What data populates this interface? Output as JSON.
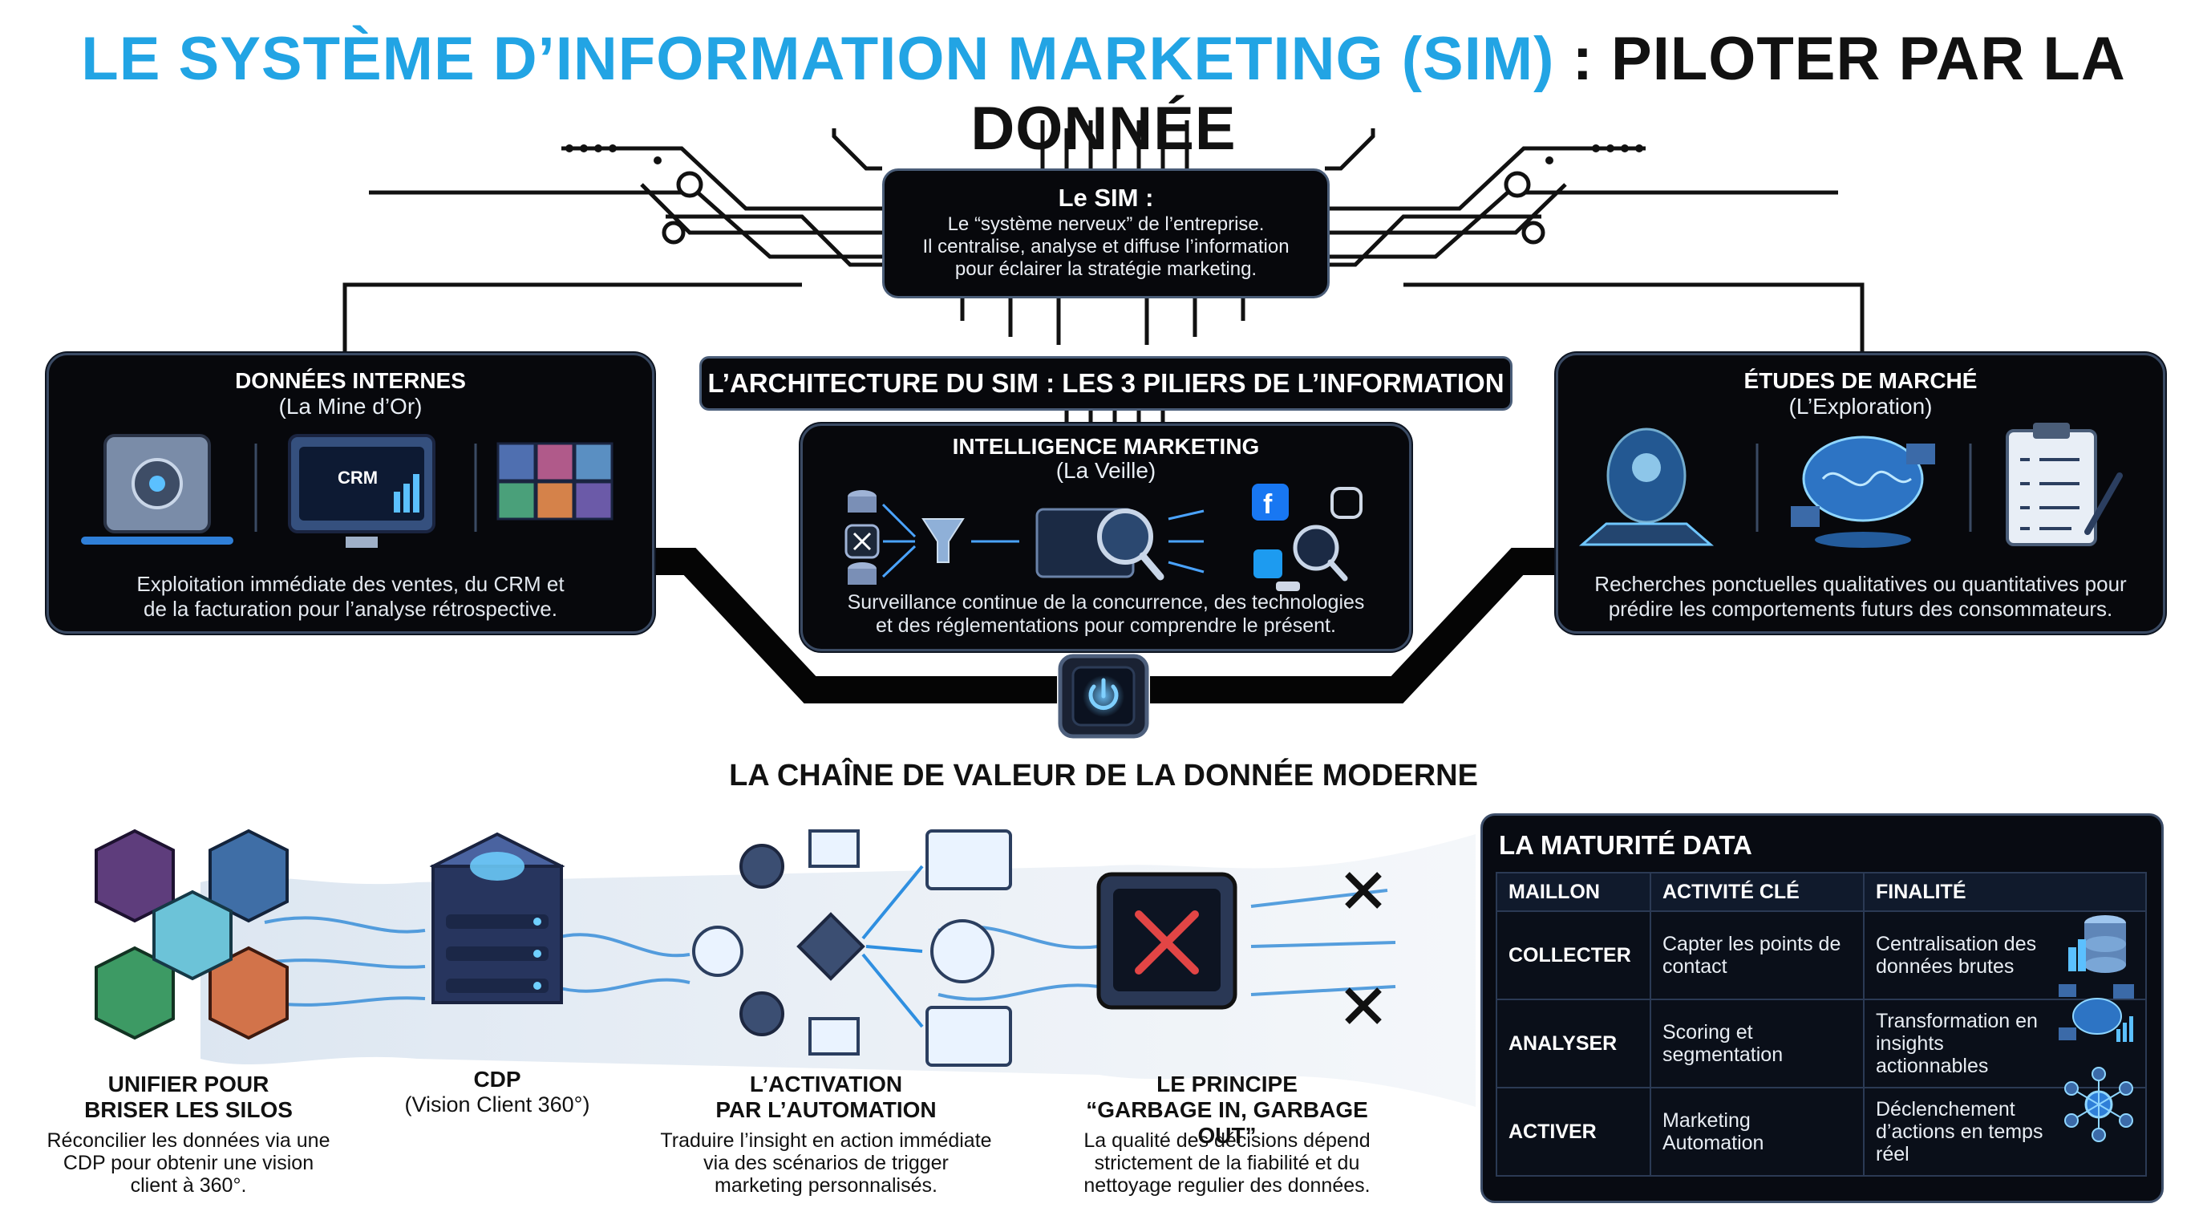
{
  "title": {
    "part1": "LE SYSTÈME D’INFORMATION MARKETING (SIM)",
    "part2": " : PILOTER PAR LA DONNÉE",
    "colors": {
      "accent": "#22a4e4",
      "dark": "#111111"
    }
  },
  "sim": {
    "title": "Le SIM :",
    "description": "Le “système nerveux” de l’entreprise.\nIl centralise, analyse et diffuse l’information\npour éclairer la stratégie marketing."
  },
  "architecture_banner": "L’ARCHITECTURE DU SIM : LES 3 PILIERS DE L’INFORMATION",
  "pillars": {
    "internal": {
      "title": "DONNÉES INTERNES",
      "subtitle": "(La Mine d’Or)",
      "crm_label": "CRM",
      "text_lines": [
        "Exploitation immédiate des ventes, du CRM et",
        "de la facturation pour l’analyse rétrospective."
      ],
      "icons": [
        "safe-icon",
        "crm-monitor-icon",
        "data-cubes-icon"
      ]
    },
    "intelligence": {
      "title": "INTELLIGENCE MARKETING",
      "subtitle": "(La Veille)",
      "text_lines": [
        "Surveillance continue de la concurrence, des technologies",
        "et des réglementations pour comprendre le présent."
      ],
      "icons": [
        "database-icon",
        "x-icon",
        "funnel-icon",
        "magnifier-icon",
        "facebook-icon",
        "instagram-icon",
        "twitter-icon",
        "tiktok-icon"
      ]
    },
    "market": {
      "title": "ÉTUDES DE MARCHÉ",
      "subtitle": "(L’Exploration)",
      "text_lines": [
        "Recherches ponctuelles qualitatives ou quantitatives pour",
        "prédire les comportements futurs des consommateurs."
      ],
      "icons": [
        "hologram-head-icon",
        "brain-icon",
        "clipboard-icon"
      ]
    }
  },
  "chain_title": "LA CHAÎNE DE VALEUR DE LA DONNÉE MODERNE",
  "steps": {
    "unify": {
      "title_lines": [
        "UNIFIER POUR",
        "BRISER LES SILOS"
      ],
      "text_lines": [
        "Réconcilier les données via une",
        "CDP pour obtenir une vision",
        "client à 360°."
      ]
    },
    "cdp": {
      "title": "CDP",
      "subtitle": "(Vision Client 360°)"
    },
    "activation": {
      "title_lines": [
        "L’ACTIVATION",
        "PAR L’AUTOMATION"
      ],
      "text_lines": [
        "Traduire l’insight en action immédiate",
        "via des scénarios de trigger",
        "marketing personnalisés."
      ]
    },
    "principle": {
      "title_lines": [
        "LE PRINCIPE",
        "“GARBAGE IN, GARBAGE OUT”"
      ],
      "text_lines": [
        "La qualité des décisions dépend",
        "strictement de la fiabilité et du",
        "nettoyage regulier des données."
      ]
    }
  },
  "maturity": {
    "title": "LA MATURITÉ DATA",
    "headers": [
      "MAILLON",
      "ACTIVITÉ CLÉ",
      "FINALITÉ"
    ],
    "rows": [
      {
        "maillon": "COLLECTER",
        "activite": "Capter les points de contact",
        "finalite": "Centralisation des données brutes",
        "icon": "database-stack-icon"
      },
      {
        "maillon": "ANALYSER",
        "activite": "Scoring et segmentation",
        "finalite": "Transformation en insights actionnables",
        "icon": "analytics-brain-icon"
      },
      {
        "maillon": "ACTIVER",
        "activite": "Marketing Automation",
        "finalite": "Déclenchement d’actions en temps réel",
        "icon": "network-hub-icon"
      }
    ]
  }
}
